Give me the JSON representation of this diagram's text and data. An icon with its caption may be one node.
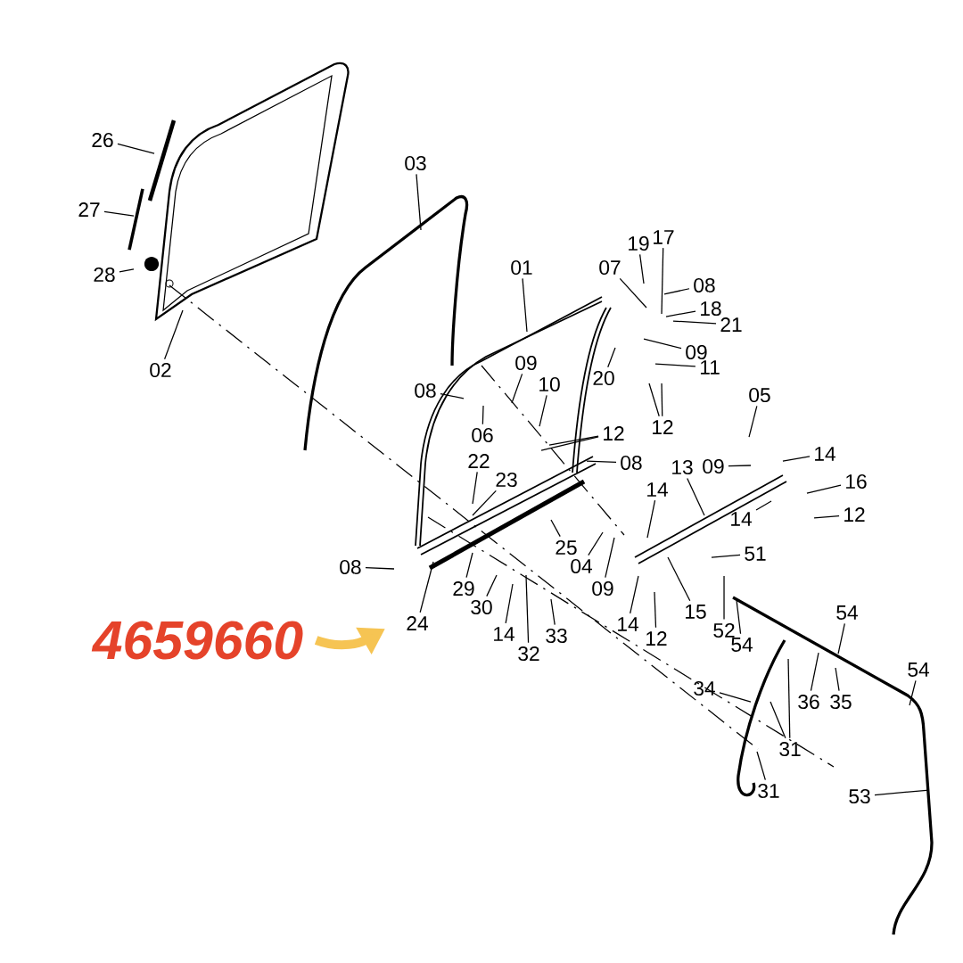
{
  "diagram": {
    "nodes": [
      {
        "text": [
          "26"
        ]
      },
      {
        "text": [
          "27"
        ]
      },
      {
        "text": [
          "28"
        ]
      },
      {
        "text": [
          "02"
        ]
      },
      {
        "text": [
          "03"
        ]
      },
      {
        "text": [
          "01"
        ]
      },
      {
        "text": [
          "07"
        ]
      },
      {
        "text": [
          "19"
        ]
      },
      {
        "text": [
          "17"
        ]
      },
      {
        "text": [
          "08"
        ]
      },
      {
        "text": [
          "18"
        ]
      },
      {
        "text": [
          "21"
        ]
      },
      {
        "text": [
          "09"
        ]
      },
      {
        "text": [
          "11"
        ]
      },
      {
        "text": [
          "20"
        ]
      },
      {
        "text": [
          "12"
        ]
      },
      {
        "text": [
          "09"
        ]
      },
      {
        "text": [
          "10"
        ]
      },
      {
        "text": [
          "08"
        ]
      },
      {
        "text": [
          "06"
        ]
      },
      {
        "text": [
          "12"
        ]
      },
      {
        "text": [
          "08"
        ]
      },
      {
        "text": [
          "05"
        ]
      },
      {
        "text": [
          "13"
        ]
      },
      {
        "text": [
          "09"
        ]
      },
      {
        "text": [
          "14"
        ]
      },
      {
        "text": [
          "16"
        ]
      },
      {
        "text": [
          "14"
        ]
      },
      {
        "text": [
          "12"
        ]
      },
      {
        "text": [
          "22"
        ]
      },
      {
        "text": [
          "23"
        ]
      },
      {
        "text": [
          "25"
        ]
      },
      {
        "text": [
          "14"
        ]
      },
      {
        "text": [
          "04"
        ]
      },
      {
        "text": [
          "09"
        ]
      },
      {
        "text": [
          "08"
        ]
      },
      {
        "text": [
          "24"
        ]
      },
      {
        "text": [
          "29"
        ]
      },
      {
        "text": [
          "30"
        ]
      },
      {
        "text": [
          "14"
        ]
      },
      {
        "text": [
          "33"
        ]
      },
      {
        "text": [
          "32"
        ]
      },
      {
        "text": [
          "14"
        ]
      },
      {
        "text": [
          "15"
        ]
      },
      {
        "text": [
          "12"
        ]
      },
      {
        "text": [
          "51"
        ]
      },
      {
        "text": [
          "52"
        ]
      },
      {
        "text": [
          "54"
        ]
      },
      {
        "text": [
          "54"
        ]
      },
      {
        "text": [
          "54"
        ]
      },
      {
        "text": [
          "36"
        ]
      },
      {
        "text": [
          "35"
        ]
      },
      {
        "text": [
          "34"
        ]
      },
      {
        "text": [
          "31"
        ]
      },
      {
        "text": [
          "31"
        ]
      },
      {
        "text": [
          "53"
        ]
      },
      {
        "text": [
          "4659660"
        ]
      }
    ],
    "edges": [
      {
        "from": 0,
        "to": null,
        "arrow": "none"
      },
      {
        "from": 1,
        "to": null,
        "arrow": "none"
      },
      {
        "from": 2,
        "to": null,
        "arrow": "none"
      },
      {
        "from": 3,
        "to": null,
        "arrow": "none"
      },
      {
        "from": 4,
        "to": null,
        "arrow": "none"
      },
      {
        "from": 5,
        "to": null,
        "arrow": "none"
      },
      {
        "from": 6,
        "to": null,
        "arrow": "none"
      },
      {
        "from": 7,
        "to": null,
        "arrow": "none"
      },
      {
        "from": 8,
        "to": null,
        "arrow": "none"
      },
      {
        "from": 9,
        "to": null,
        "arrow": "none"
      },
      {
        "from": 10,
        "to": null,
        "arrow": "none"
      },
      {
        "from": 11,
        "to": null,
        "arrow": "none"
      },
      {
        "from": 12,
        "to": null,
        "arrow": "none"
      },
      {
        "from": 13,
        "to": null,
        "arrow": "none"
      },
      {
        "from": 14,
        "to": null,
        "arrow": "none"
      },
      {
        "from": 15,
        "to": null,
        "arrow": "none"
      },
      {
        "from": 15,
        "to": null,
        "arrow": "none"
      },
      {
        "from": 16,
        "to": null,
        "arrow": "none"
      },
      {
        "from": 17,
        "to": null,
        "arrow": "none"
      },
      {
        "from": 18,
        "to": null,
        "arrow": "none"
      },
      {
        "from": 19,
        "to": null,
        "arrow": "none"
      },
      {
        "from": 20,
        "to": null,
        "arrow": "none"
      },
      {
        "from": 20,
        "to": null,
        "arrow": "none"
      },
      {
        "from": 21,
        "to": null,
        "arrow": "none"
      },
      {
        "from": 22,
        "to": null,
        "arrow": "none"
      },
      {
        "from": 23,
        "to": null,
        "arrow": "none"
      },
      {
        "from": 24,
        "to": null,
        "arrow": "none"
      },
      {
        "from": 25,
        "to": null,
        "arrow": "none"
      },
      {
        "from": 26,
        "to": null,
        "arrow": "none"
      },
      {
        "from": 27,
        "to": null,
        "arrow": "none"
      },
      {
        "from": 28,
        "to": null,
        "arrow": "none"
      },
      {
        "from": 29,
        "to": null,
        "arrow": "none"
      },
      {
        "from": 30,
        "to": null,
        "arrow": "none"
      },
      {
        "from": 31,
        "to": null,
        "arrow": "none"
      },
      {
        "from": 32,
        "to": null,
        "arrow": "none"
      },
      {
        "from": 33,
        "to": null,
        "arrow": "none"
      },
      {
        "from": 34,
        "to": null,
        "arrow": "none"
      },
      {
        "from": 35,
        "to": null,
        "arrow": "none"
      },
      {
        "from": 36,
        "to": null,
        "arrow": "none"
      },
      {
        "from": 37,
        "to": null,
        "arrow": "none"
      },
      {
        "from": 38,
        "to": null,
        "arrow": "none"
      },
      {
        "from": 39,
        "to": null,
        "arrow": "none"
      },
      {
        "from": 40,
        "to": null,
        "arrow": "none"
      },
      {
        "from": 41,
        "to": null,
        "arrow": "none"
      },
      {
        "from": 42,
        "to": null,
        "arrow": "none"
      },
      {
        "from": 43,
        "to": null,
        "arrow": "none"
      },
      {
        "from": 44,
        "to": null,
        "arrow": "none"
      },
      {
        "from": 45,
        "to": null,
        "arrow": "none"
      },
      {
        "from": 46,
        "to": null,
        "arrow": "none"
      },
      {
        "from": 47,
        "to": null,
        "arrow": "none"
      },
      {
        "from": 48,
        "to": null,
        "arrow": "none"
      },
      {
        "from": 49,
        "to": null,
        "arrow": "none"
      },
      {
        "from": 50,
        "to": null,
        "arrow": "none"
      },
      {
        "from": 51,
        "to": null,
        "arrow": "none"
      },
      {
        "from": 52,
        "to": null,
        "arrow": "none"
      },
      {
        "from": 53,
        "to": null,
        "arrow": "none"
      },
      {
        "from": 53,
        "to": null,
        "arrow": "none"
      },
      {
        "from": 54,
        "to": null,
        "arrow": "none"
      },
      {
        "from": 55,
        "to": null,
        "arrow": "none"
      },
      {
        "from": 56,
        "to": null,
        "arrow": "to",
        "style": "thick",
        "color": "#f6c453"
      }
    ]
  }
}
